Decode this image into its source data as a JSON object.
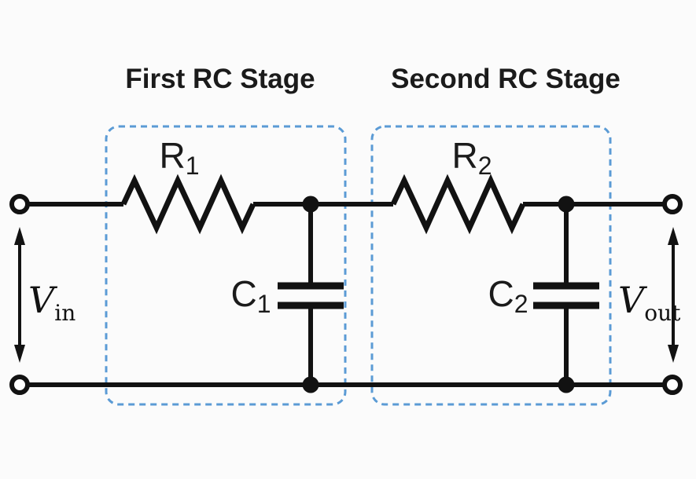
{
  "diagram": {
    "kind": "circuit-schematic",
    "description": "Two-stage passive RC low-pass filter",
    "background_color": "#fbfbfb",
    "wire_color": "#121212",
    "stage_box_color": "#5b9bd5",
    "stages": [
      {
        "title": "First RC Stage",
        "resistor": {
          "symbol": "R",
          "subscript": "1"
        },
        "capacitor": {
          "symbol": "C",
          "subscript": "1"
        }
      },
      {
        "title": "Second RC Stage",
        "resistor": {
          "symbol": "R",
          "subscript": "2"
        },
        "capacitor": {
          "symbol": "C",
          "subscript": "2"
        }
      }
    ],
    "ports": {
      "input": {
        "symbol": "V",
        "subscript": "in"
      },
      "output": {
        "symbol": "V",
        "subscript": "out"
      }
    }
  }
}
